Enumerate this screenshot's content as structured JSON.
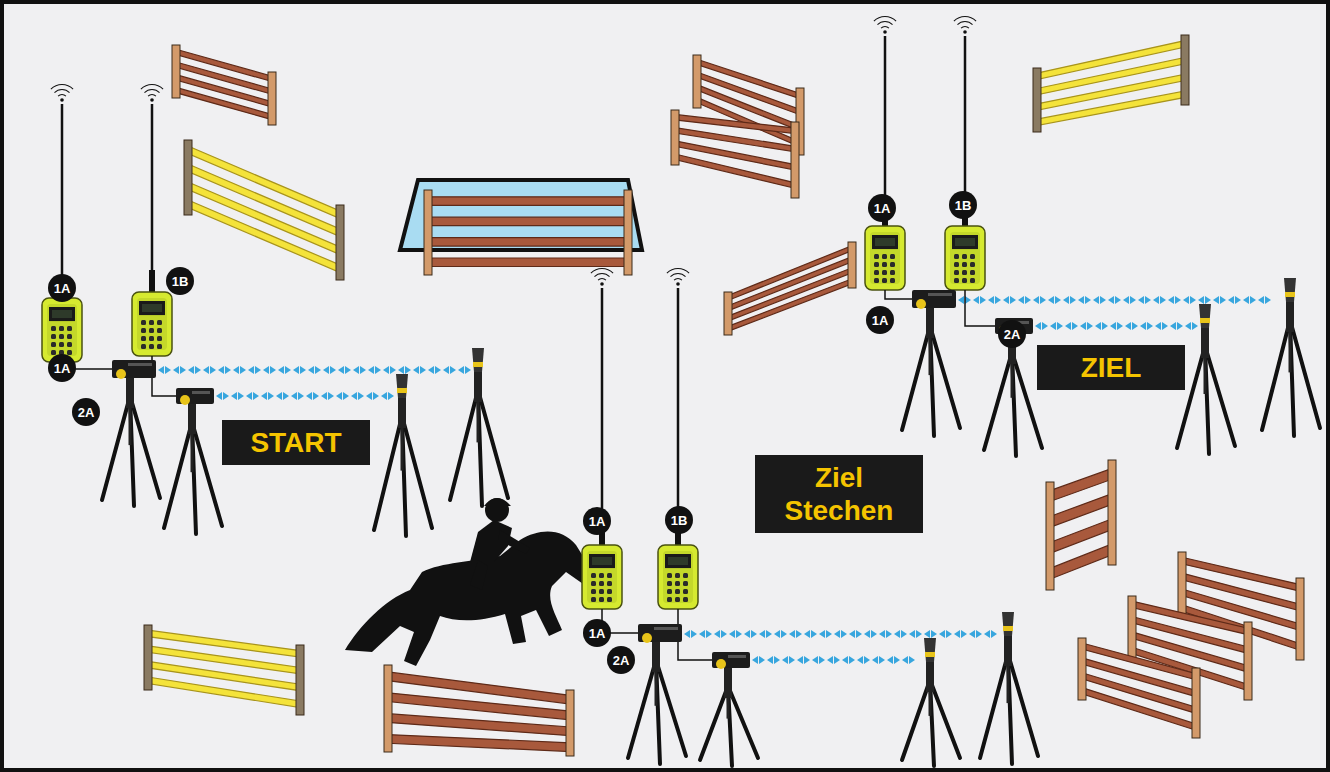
{
  "diagram": {
    "nodes": [
      {
        "text": [
          "START"
        ]
      },
      {
        "text": [
          "Ziel Stechen"
        ]
      },
      {
        "text": [
          "ZIEL"
        ]
      }
    ],
    "labels": [
      "1A",
      "1B",
      "1A",
      "2A",
      "1A",
      "1B",
      "1A",
      "2A",
      "1A",
      "1B",
      "1A",
      "2A"
    ]
  }
}
